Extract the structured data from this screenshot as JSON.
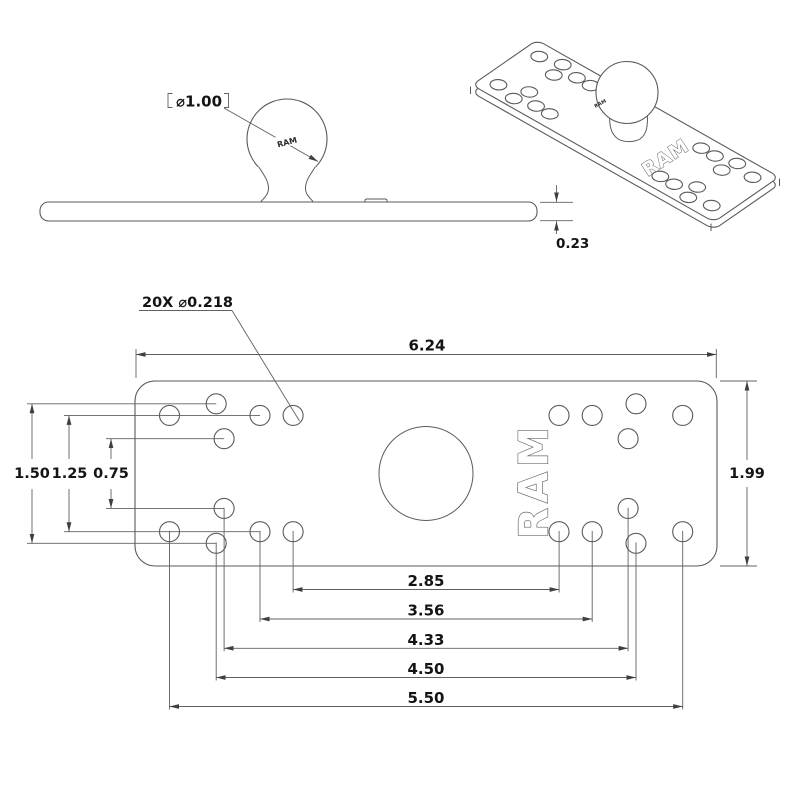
{
  "drawing": {
    "brand_text": "RAM",
    "side_view": {
      "ball_diameter_label": "⌀1.00",
      "thickness_label": "0.23",
      "ball_text": "RAM"
    },
    "iso_view": {
      "plate_text": "RAM",
      "ball_text": "RAM"
    },
    "top_view": {
      "hole_callout": "20X ⌀0.218",
      "length_label": "6.24",
      "width_label": "1.99",
      "left_dim_labels": [
        "1.50",
        "1.25",
        "0.75"
      ],
      "bottom_dim_labels": [
        "2.85",
        "3.56",
        "4.33",
        "4.50",
        "5.50"
      ],
      "plate_text": "RAM"
    },
    "holes": {
      "count": 20,
      "diameter_in": 0.218,
      "positions_in": [
        [
          0.37,
          0.37
        ],
        [
          0.37,
          1.62
        ],
        [
          0.87,
          0.245
        ],
        [
          0.87,
          1.745
        ],
        [
          0.955,
          0.62
        ],
        [
          0.955,
          1.37
        ],
        [
          1.34,
          0.37
        ],
        [
          1.34,
          1.62
        ],
        [
          1.695,
          0.37
        ],
        [
          1.695,
          1.62
        ],
        [
          4.545,
          0.37
        ],
        [
          4.545,
          1.62
        ],
        [
          4.9,
          0.37
        ],
        [
          4.9,
          1.62
        ],
        [
          5.285,
          0.62
        ],
        [
          5.285,
          1.37
        ],
        [
          5.37,
          0.245
        ],
        [
          5.37,
          1.745
        ],
        [
          5.87,
          0.37
        ],
        [
          5.87,
          1.62
        ]
      ]
    },
    "plate_size_in": {
      "length": 6.24,
      "width": 1.99
    }
  }
}
